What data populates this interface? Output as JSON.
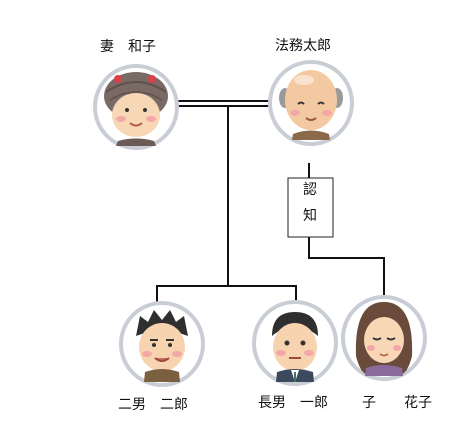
{
  "people": {
    "wife": {
      "name": "妻　和子"
    },
    "husband": {
      "name": "法務太郎"
    },
    "second_son": {
      "name": "二男　二郎"
    },
    "eldest_son": {
      "name": "長男　一郎"
    },
    "daughter": {
      "name": "子　　花子"
    }
  },
  "recognition": {
    "char1": "認",
    "char2": "知"
  },
  "colors": {
    "skin": "#f7d7b5",
    "cheek": "#f4a7a7",
    "ring": "#c9cdd6",
    "line": "#111111"
  }
}
